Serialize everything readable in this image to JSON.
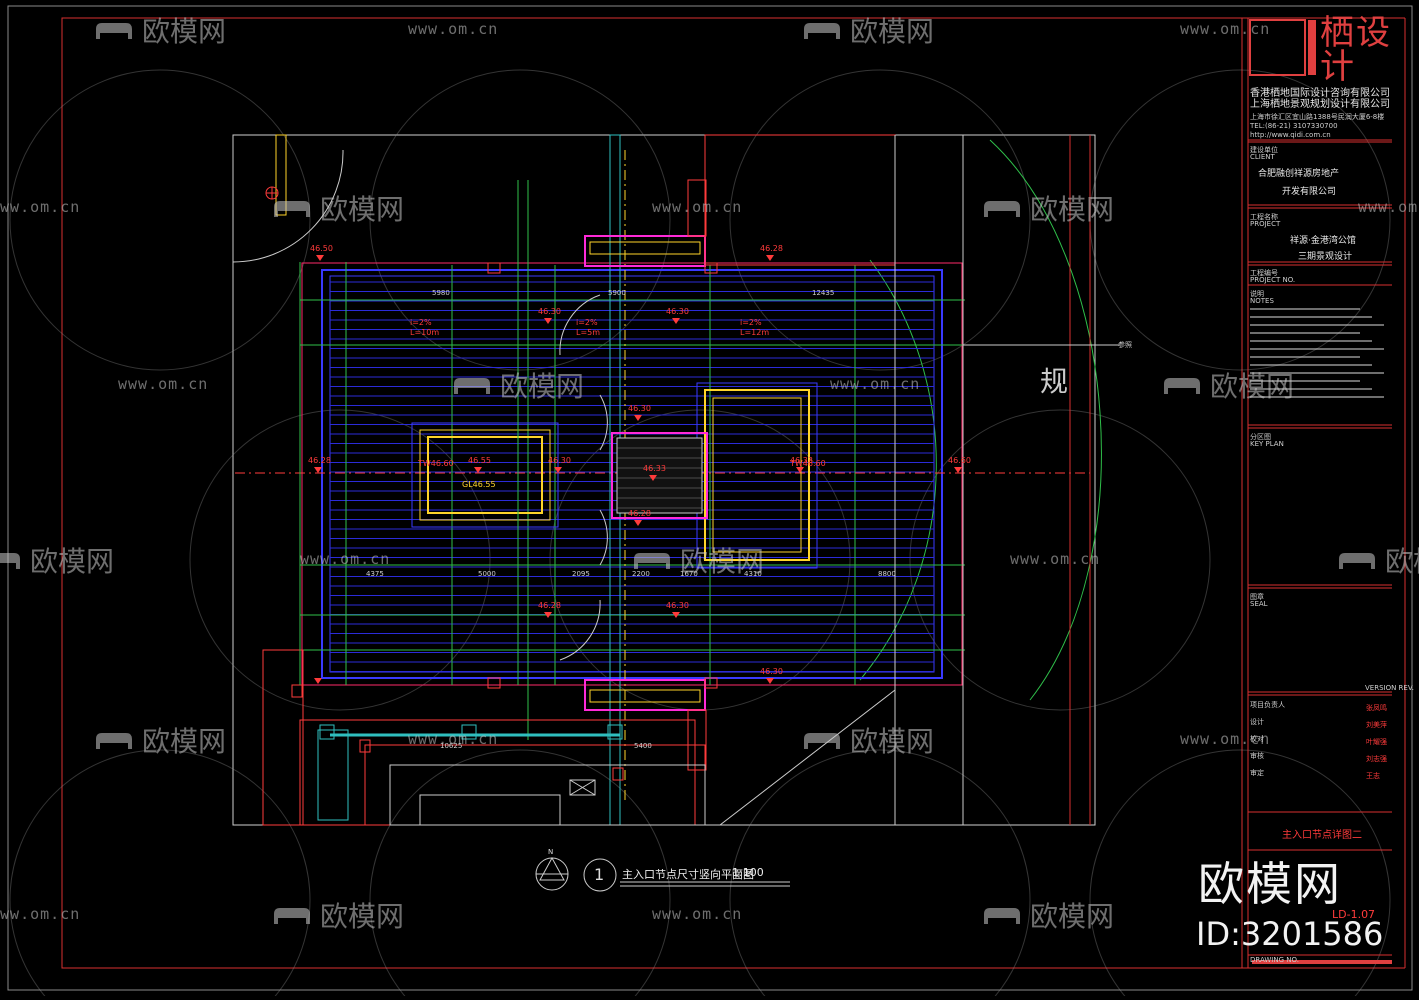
{
  "title_block": {
    "logo_text": "栖设计",
    "company_hk": "香港栖地国际设计咨询有限公司",
    "company_sh": "上海栖地景观规划设计有限公司",
    "address": "上海市徐汇区宜山路1388号民润大厦6-8楼",
    "tel": "TEL:(86-21) 3107330700",
    "email": "http://www.qidi.com.cn",
    "client_label": "建设单位",
    "client_en": "CLIENT",
    "client_line1": "合肥融创祥源房地产",
    "client_line2": "开发有限公司",
    "project_label": "工程名称",
    "project_en": "PROJECT",
    "project_line1": "祥源·金港湾公馆",
    "project_line2": "三期景观设计",
    "project_no_label": "工程编号",
    "project_no_en": "PROJECT NO.",
    "notes_label": "说明",
    "notes_en": "NOTES",
    "keyplan_label": "分区图",
    "keyplan_en": "KEY PLAN",
    "seal_label": "图章",
    "seal_en": "SEAL",
    "version_info": "VERSION REV.",
    "drawing_title": "主入口节点详图二",
    "drawing_no": "LD-1.07",
    "roles": [
      "项目负责人",
      "设计",
      "校对",
      "审核",
      "审定"
    ],
    "role_names": [
      "张凤鸣",
      "刘美萍",
      "叶耀强",
      "刘志强",
      "王志"
    ],
    "footer": "DRAWING NO."
  },
  "drawing": {
    "plan_caption": "主入口节点尺寸竖向平面图",
    "plan_scale": "1:100",
    "plan_number": "1",
    "north_label": "N",
    "side_char": "规",
    "elevations": [
      "46.50",
      "46.30",
      "46.30",
      "46.28",
      "46.28",
      "46.55",
      "46.30",
      "46.33",
      "46.60",
      "46.30",
      "46.33",
      "46.28",
      "46.28",
      "46.30",
      "46.30"
    ],
    "dims_top": [
      "5980",
      "5900",
      "12435"
    ],
    "dims_mid": [
      "4375",
      "5000",
      "2095",
      "2200",
      "1670",
      "4310",
      "8800"
    ],
    "dims_bottom": [
      "10625",
      "5400"
    ],
    "slope_labels": [
      "i=2%",
      "L=10m",
      "i=2%",
      "L=5m",
      "i=2%",
      "L=12m"
    ],
    "pool_label": "GL46.55",
    "tw_labels": [
      "TW46.60",
      "TW46.60"
    ],
    "annotation": "参照"
  },
  "watermark": {
    "brand": "欧模网",
    "url": "www.om.cn",
    "id_text": "ID:3201586"
  }
}
